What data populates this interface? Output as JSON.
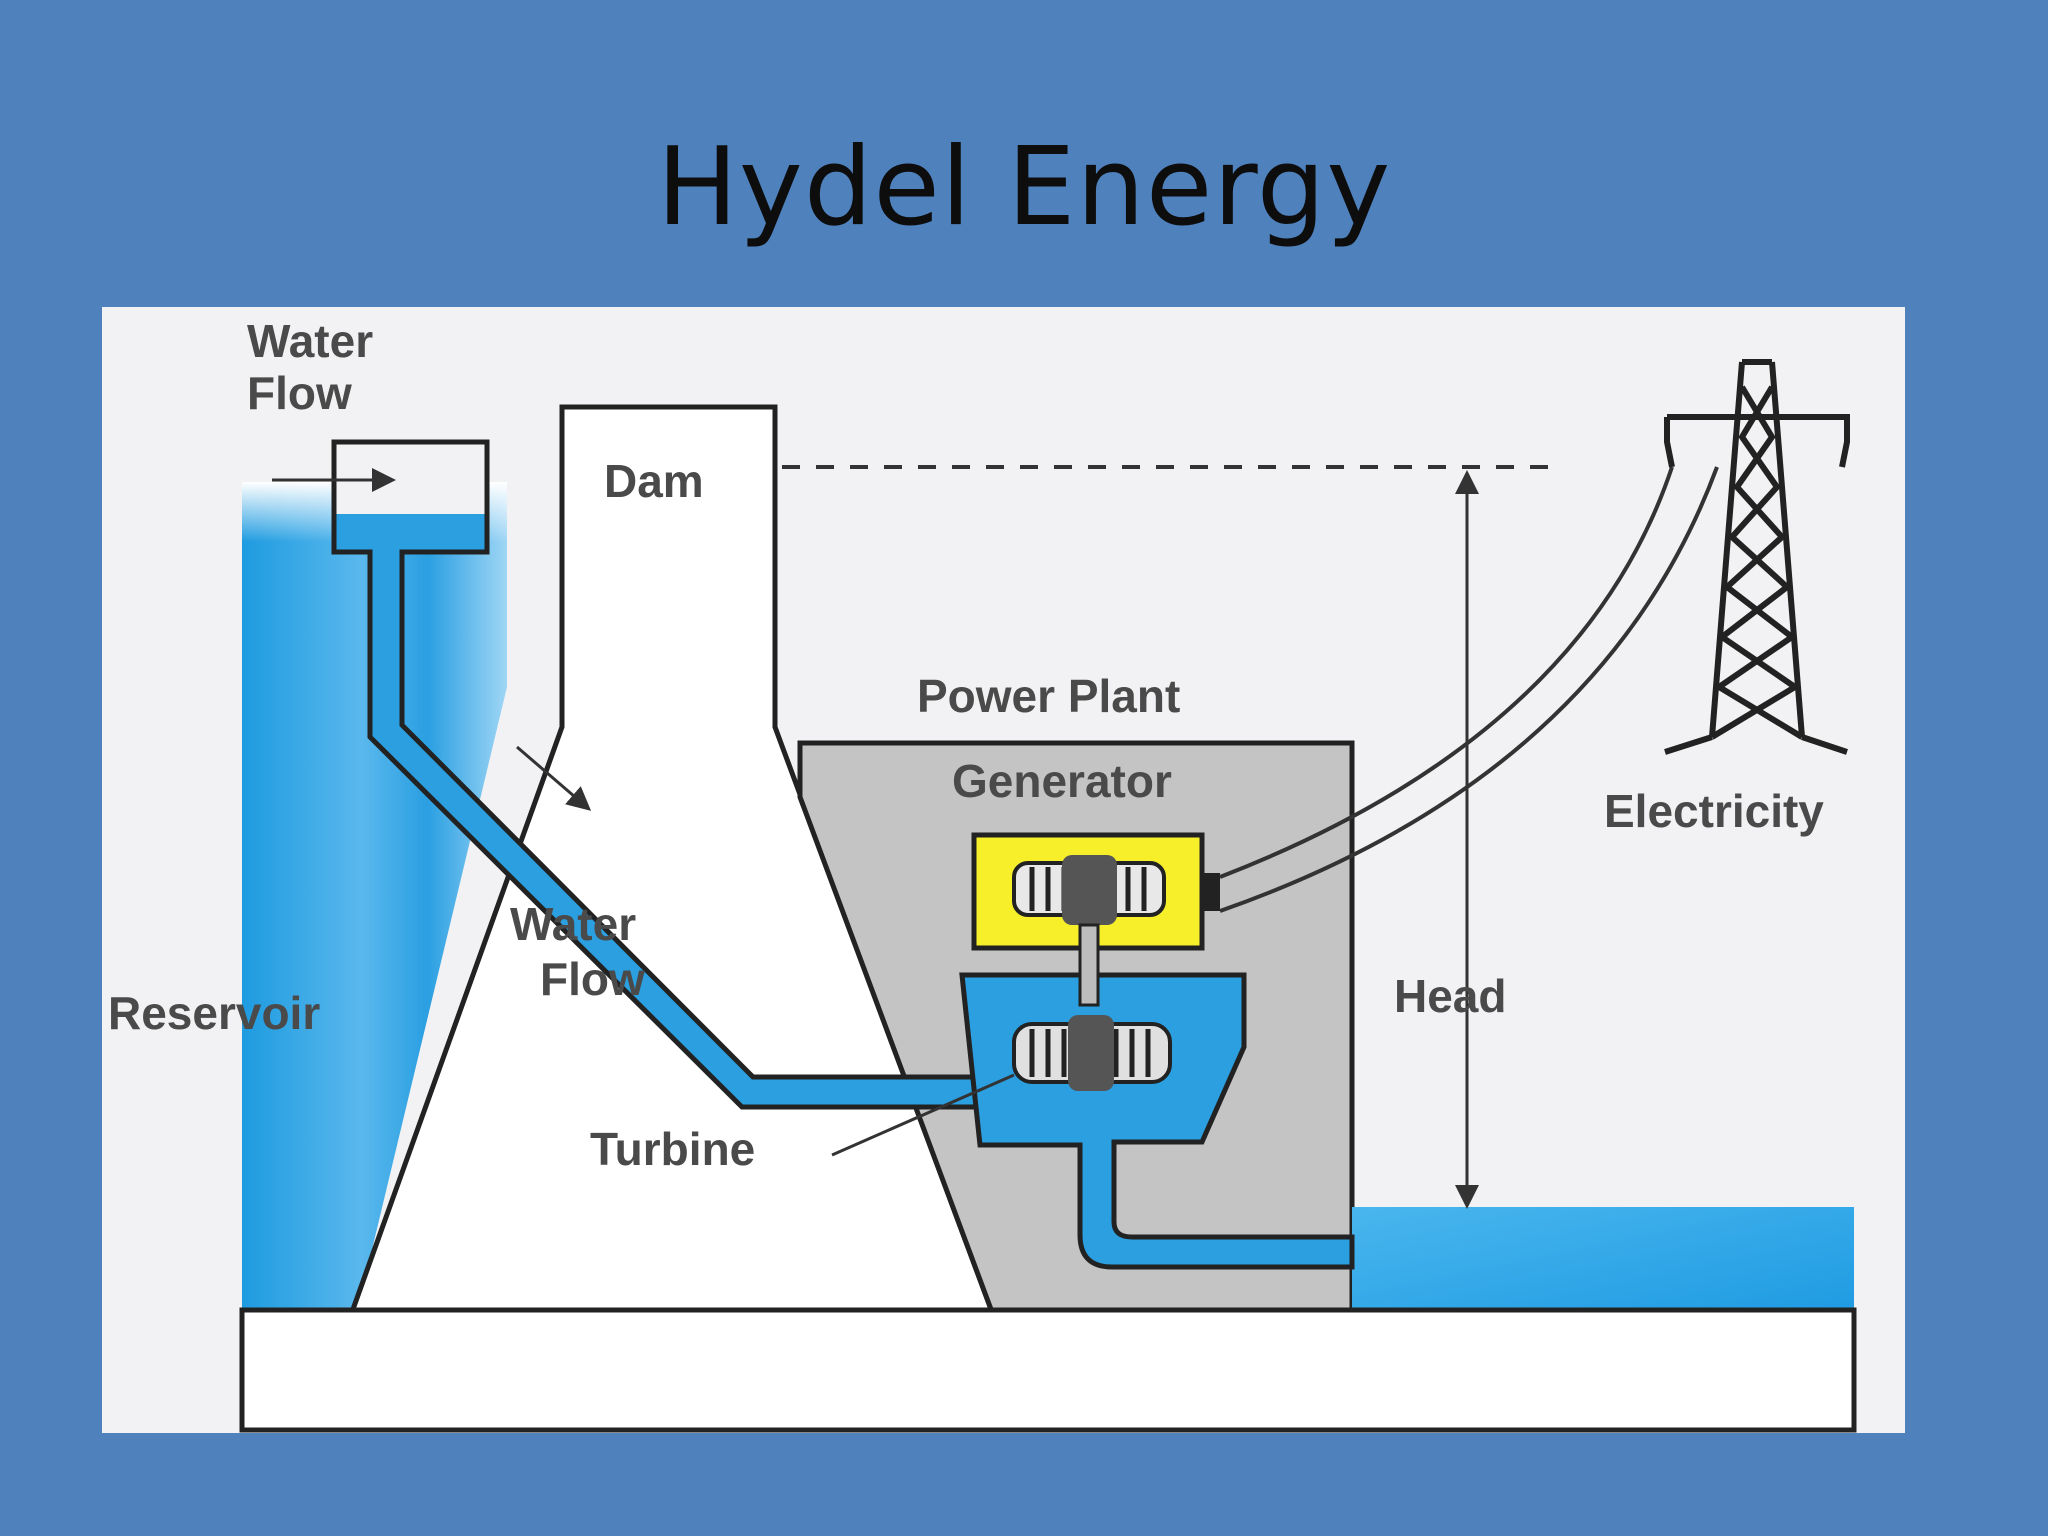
{
  "title": "Hydel Energy",
  "labels": {
    "water_flow_top_line1": "Water",
    "water_flow_top_line2": "Flow",
    "dam": "Dam",
    "power_plant": "Power Plant",
    "generator": "Generator",
    "electricity": "Electricity",
    "water_flow_mid_line1": "Water",
    "water_flow_mid_line2": "Flow",
    "reservoir": "Reservoir",
    "head": "Head",
    "turbine": "Turbine"
  },
  "colors": {
    "background": "#4f81bd",
    "water": "#2b9fe0",
    "generator": "#f7ef2a",
    "plant": "#c4c4c4"
  }
}
